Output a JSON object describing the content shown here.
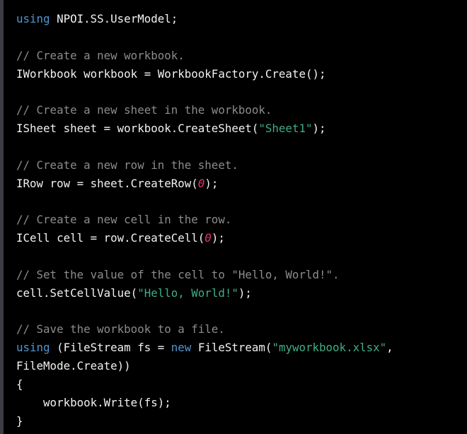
{
  "colors": {
    "background": "#000000",
    "keyword": "#4f97d2",
    "comment": "#8c8c8c",
    "string": "#3fae84",
    "number": "#e6336d",
    "text": "#f2f2f2"
  },
  "code_lines": [
    [
      [
        "kw",
        "using"
      ],
      [
        "plain",
        " NPOI.SS.UserModel;"
      ]
    ],
    [],
    [
      [
        "com",
        "// Create a new workbook."
      ]
    ],
    [
      [
        "plain",
        "IWorkbook workbook = WorkbookFactory.Create();"
      ]
    ],
    [],
    [
      [
        "com",
        "// Create a new sheet in the workbook."
      ]
    ],
    [
      [
        "plain",
        "ISheet sheet = workbook.CreateSheet("
      ],
      [
        "str",
        "\"Sheet1\""
      ],
      [
        "plain",
        ");"
      ]
    ],
    [],
    [
      [
        "com",
        "// Create a new row in the sheet."
      ]
    ],
    [
      [
        "plain",
        "IRow row = sheet.CreateRow("
      ],
      [
        "num",
        "0"
      ],
      [
        "plain",
        ");"
      ]
    ],
    [],
    [
      [
        "com",
        "// Create a new cell in the row."
      ]
    ],
    [
      [
        "plain",
        "ICell cell = row.CreateCell("
      ],
      [
        "num",
        "0"
      ],
      [
        "plain",
        ");"
      ]
    ],
    [],
    [
      [
        "com",
        "// Set the value of the cell to \"Hello, World!\"."
      ]
    ],
    [
      [
        "plain",
        "cell.SetCellValue("
      ],
      [
        "str",
        "\"Hello, World!\""
      ],
      [
        "plain",
        ");"
      ]
    ],
    [],
    [
      [
        "com",
        "// Save the workbook to a file."
      ]
    ],
    [
      [
        "kw",
        "using"
      ],
      [
        "plain",
        " (FileStream fs = "
      ],
      [
        "kw",
        "new"
      ],
      [
        "plain",
        " FileStream("
      ],
      [
        "str",
        "\"myworkbook.xlsx\""
      ],
      [
        "plain",
        ","
      ]
    ],
    [
      [
        "plain",
        "FileMode.Create))"
      ]
    ],
    [
      [
        "plain",
        "{"
      ]
    ],
    [
      [
        "plain",
        "    workbook.Write(fs);"
      ]
    ],
    [
      [
        "plain",
        "}"
      ]
    ]
  ]
}
